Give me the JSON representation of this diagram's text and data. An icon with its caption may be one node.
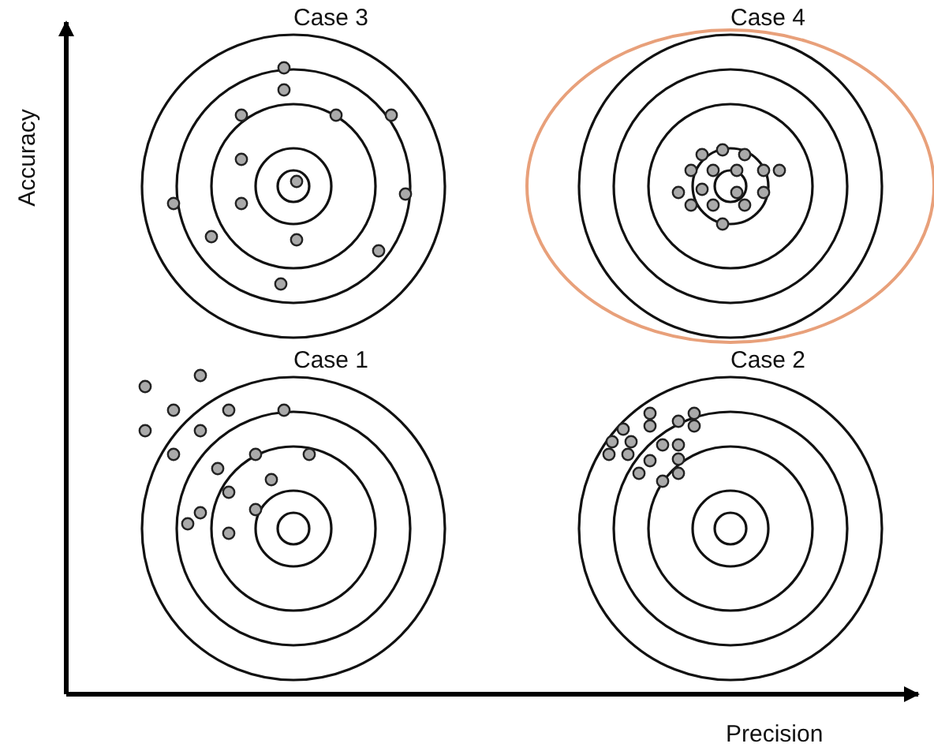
{
  "diagram": {
    "nodes": [
      {
        "text": [
          "Case 3"
        ]
      },
      {
        "text": [
          "Case 4"
        ]
      },
      {
        "text": [
          "Case 1"
        ]
      },
      {
        "text": [
          "Case 2"
        ]
      }
    ],
    "labels": [
      "Accuracy",
      "Precision"
    ]
  }
}
